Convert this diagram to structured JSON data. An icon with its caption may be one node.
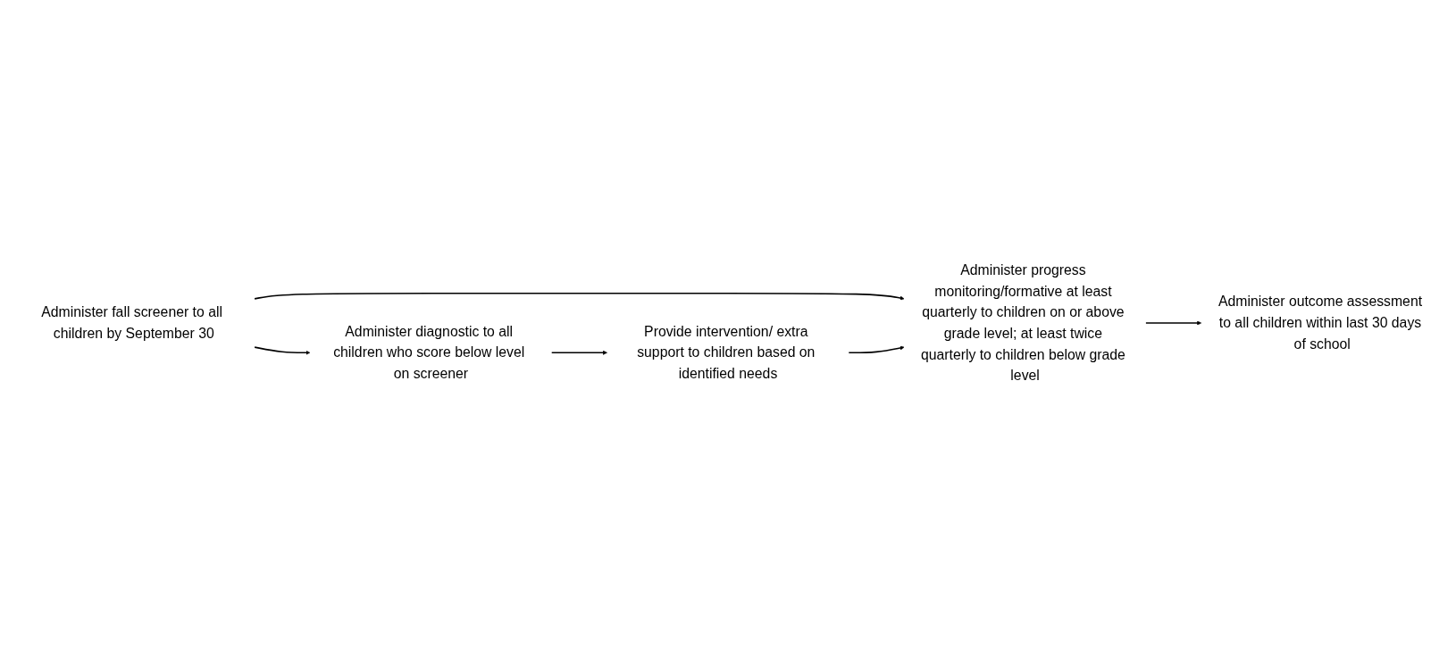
{
  "diagram": {
    "nodes": [
      {
        "text": [
          "Administer fall screener to all children by September 30"
        ]
      },
      {
        "text": [
          "Administer progress monitoring/formative at least quarterly to children on or above grade level; at least twice quarterly to children below grade level"
        ]
      },
      {
        "text": [
          "Administer outcome assessment to all children within last 30 days of school"
        ]
      },
      {
        "text": [
          "Administer diagnostic to all children who score below level on screener"
        ]
      },
      {
        "text": [
          "Provide intervention/ extra support to children based on identified needs"
        ]
      }
    ],
    "edges": [
      {
        "from": 0,
        "to": 1,
        "arrow": "to"
      },
      {
        "from": 1,
        "to": 2,
        "arrow": "to"
      },
      {
        "from": 0,
        "to": 3,
        "arrow": "to"
      },
      {
        "from": 3,
        "to": 4,
        "arrow": "to"
      },
      {
        "from": 4,
        "to": 1,
        "arrow": "to"
      }
    ]
  }
}
